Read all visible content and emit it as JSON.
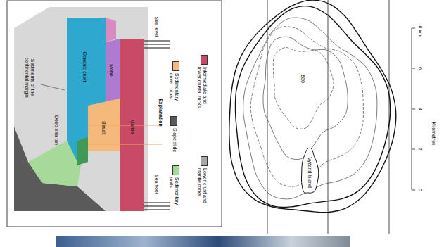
{
  "diagram": {
    "labels": [
      "Oceanic crust",
      "Moho",
      "Mantle",
      "Basalt",
      "Sediments of the continental margin",
      "Deep-sea fan",
      "Sea level",
      "Sea floor",
      "Explanation",
      "580",
      "Vyzand Island",
      "0",
      "2",
      "4",
      "6",
      "8 km",
      "Kilometres"
    ],
    "legend": [
      {
        "text": "Sedimentary cover rocks",
        "color": "#f6b97c"
      },
      {
        "text": "Slope slide",
        "color": "#5a5a5a"
      },
      {
        "text": "Sedimentary units",
        "color": "#a7d99a"
      },
      {
        "text": "Intermediate and lower crustal rocks",
        "color": "#c94a67"
      },
      {
        "text": "Lower crust and mantle rocks",
        "color": "#a8a8a8"
      }
    ]
  }
}
